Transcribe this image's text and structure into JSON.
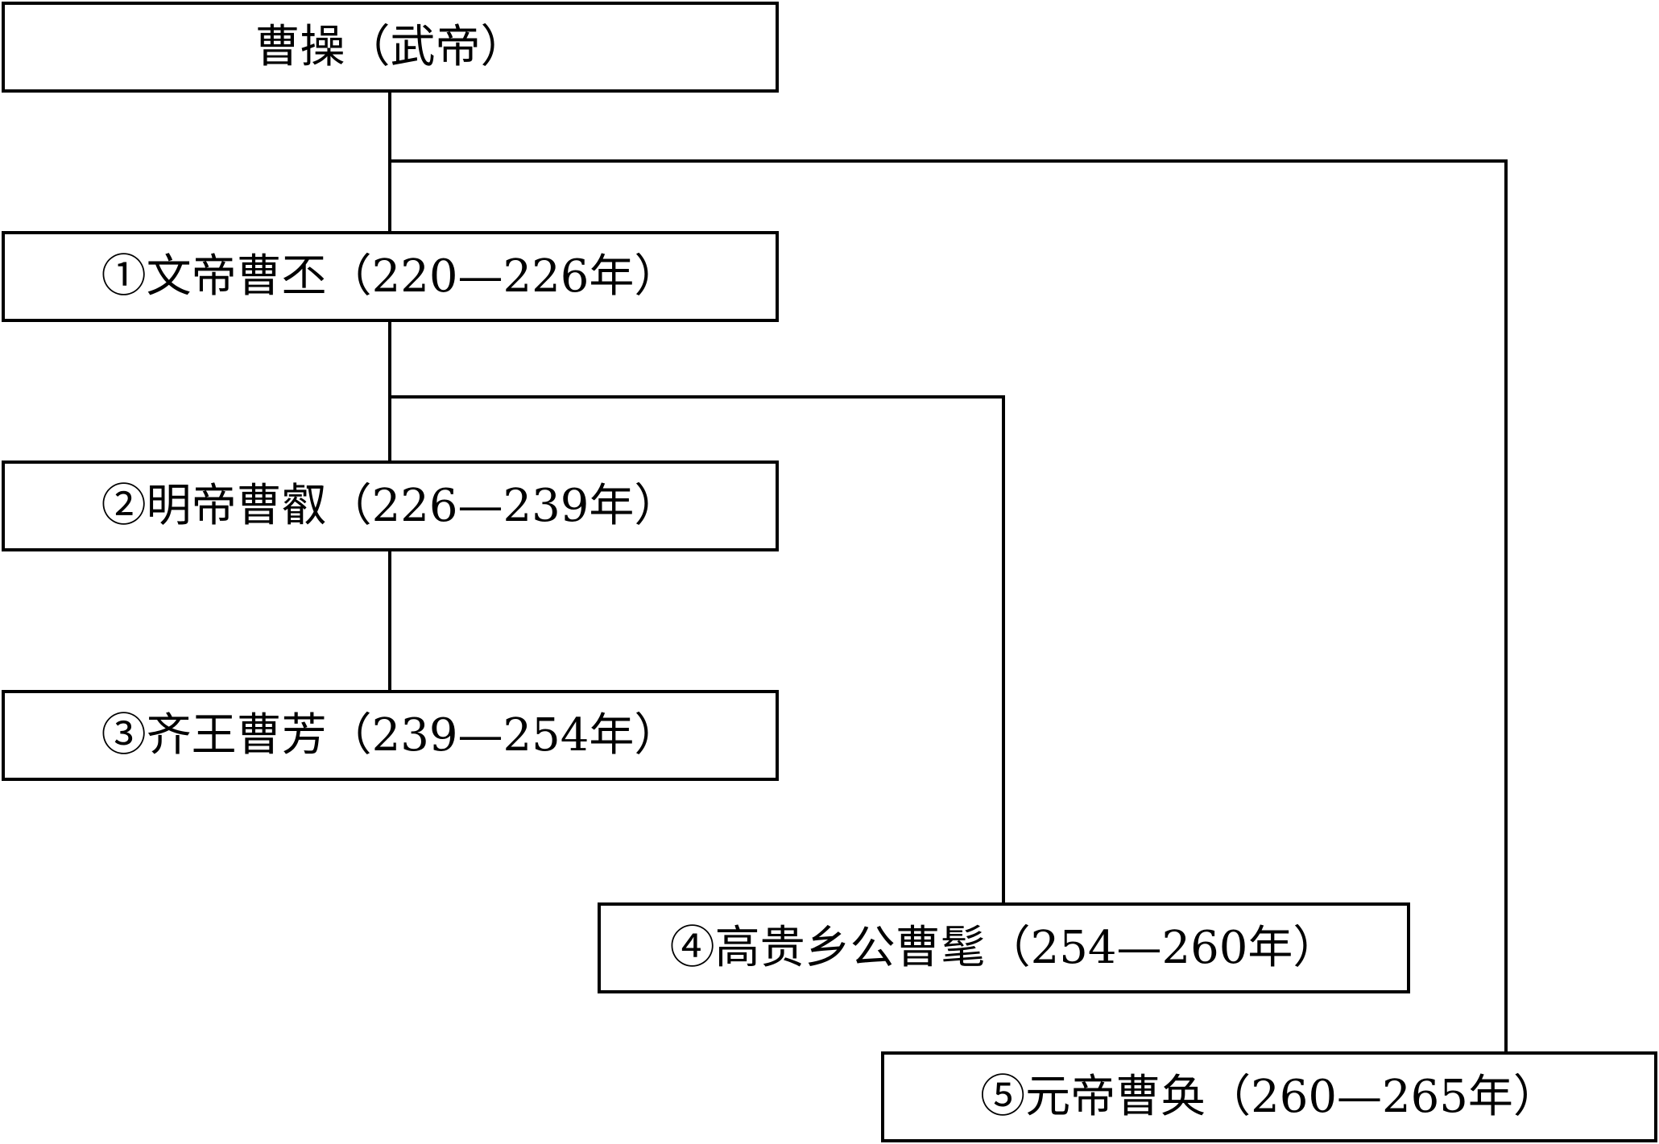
{
  "diagram": {
    "type": "genealogy-tree",
    "line_color": "#000000",
    "nodes": [
      {
        "id": "caocao",
        "label": "曹操（武帝）"
      },
      {
        "id": "wendi",
        "label": "①文帝曹丕（220—226年）"
      },
      {
        "id": "mingdi",
        "label": "②明帝曹叡（226—239年）"
      },
      {
        "id": "qiwang",
        "label": "③齐王曹芳（239—254年）"
      },
      {
        "id": "gaogui",
        "label": "④高贵乡公曹髦（254—260年）"
      },
      {
        "id": "yuandi",
        "label": "⑤元帝曹奂（260—265年）"
      }
    ],
    "edges": [
      {
        "from": "caocao",
        "to": "wendi"
      },
      {
        "from": "caocao",
        "to": "yuandi"
      },
      {
        "from": "wendi",
        "to": "mingdi"
      },
      {
        "from": "wendi",
        "to": "gaogui"
      },
      {
        "from": "mingdi",
        "to": "qiwang"
      }
    ]
  }
}
